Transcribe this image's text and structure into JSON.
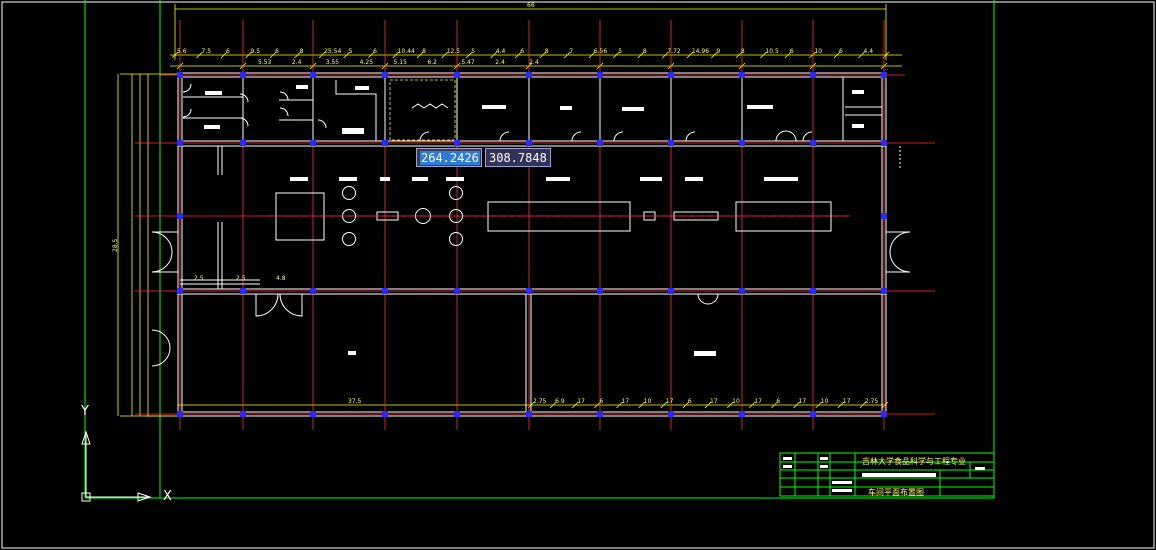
{
  "dynamic_input": {
    "x_value": "264.2426",
    "y_value": "308.7848"
  },
  "title_block": {
    "school_line": "吉林大学食品科学与工程专业",
    "drawing_title": "车间平面布置图"
  },
  "ucs": {
    "x_label": "X",
    "y_label": "Y"
  },
  "dimensions": {
    "overall_top": "66",
    "top_row": [
      "5.6",
      "7.5",
      "6",
      "9.5",
      "6",
      "8",
      "25.54",
      "5",
      "6",
      "10.44",
      "8",
      "12.5",
      "5",
      "4.4",
      "6",
      "8",
      "7",
      "6.56",
      "5",
      "8",
      "7.72",
      "14.96",
      "9",
      "8",
      "10.5",
      "6",
      "10",
      "6",
      "4.4"
    ],
    "top_row2": [
      "5.53",
      "2.4",
      "3.55",
      "4.25",
      "5.15",
      "6.2",
      "5.47",
      "2.4",
      "2.4"
    ],
    "bottom_row": [
      "2.75",
      "6.9",
      "17",
      "6",
      "17",
      "10",
      "17",
      "6",
      "17",
      "10",
      "17",
      "6",
      "17",
      "10",
      "17",
      "2.75"
    ],
    "left_total": "28.5",
    "bottom_left": "37.5",
    "room_small": [
      "2.5",
      "2.5",
      "4.8"
    ]
  },
  "colors": {
    "background": "#000000",
    "wall": "#ffffff",
    "axis": "#ff3030",
    "dim": "#ffff00",
    "frame": "#00ff00",
    "column": "#2a2aff"
  }
}
